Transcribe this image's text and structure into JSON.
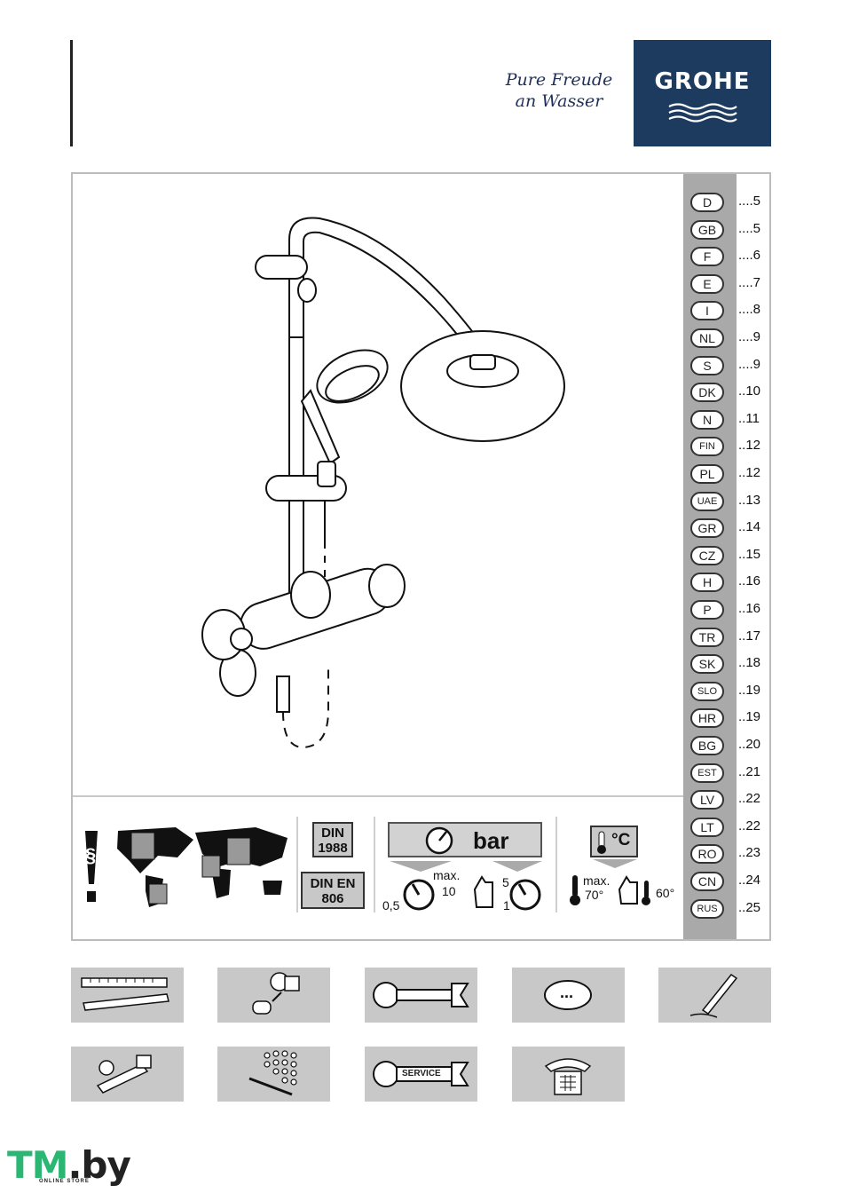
{
  "header": {
    "slogan_line1": "Pure Freude",
    "slogan_line2": "an Wasser",
    "brand": "GROHE",
    "brand_color": "#1d3b5e"
  },
  "languages": [
    {
      "code": "D",
      "page": "....5"
    },
    {
      "code": "GB",
      "page": "....5"
    },
    {
      "code": "F",
      "page": "....6"
    },
    {
      "code": "E",
      "page": "....7"
    },
    {
      "code": "I",
      "page": "....8"
    },
    {
      "code": "NL",
      "page": "....9"
    },
    {
      "code": "S",
      "page": "....9"
    },
    {
      "code": "DK",
      "page": "..10"
    },
    {
      "code": "N",
      "page": "..11"
    },
    {
      "code": "FIN",
      "page": "..12"
    },
    {
      "code": "PL",
      "page": "..12"
    },
    {
      "code": "UAE",
      "page": "..13"
    },
    {
      "code": "GR",
      "page": "..14"
    },
    {
      "code": "CZ",
      "page": "..15"
    },
    {
      "code": "H",
      "page": "..16"
    },
    {
      "code": "P",
      "page": "..16"
    },
    {
      "code": "TR",
      "page": "..17"
    },
    {
      "code": "SK",
      "page": "..18"
    },
    {
      "code": "SLO",
      "page": "..19"
    },
    {
      "code": "HR",
      "page": "..19"
    },
    {
      "code": "BG",
      "page": "..20"
    },
    {
      "code": "EST",
      "page": "..21"
    },
    {
      "code": "LV",
      "page": "..22"
    },
    {
      "code": "LT",
      "page": "..22"
    },
    {
      "code": "RO",
      "page": "..23"
    },
    {
      "code": "CN",
      "page": "..24"
    },
    {
      "code": "RUS",
      "page": "..25"
    }
  ],
  "specs": {
    "din1_line1": "DIN",
    "din1_line2": "1988",
    "din2_line1": "DIN EN",
    "din2_line2": "806",
    "pressure_unit": "bar",
    "pressure_max_label": "max.",
    "pressure_max_value": "10",
    "pressure_min_value": "0,5",
    "pressure_rec_high": "5",
    "pressure_rec_low": "1",
    "temp_unit": "°C",
    "temp_max_label": "max.",
    "temp_max_value": "70°",
    "temp_rec_value": "60°"
  },
  "icons": {
    "row1": [
      "ruler-icon",
      "assembly-icon",
      "wrench-icon",
      "options-icon",
      "pencil-icon"
    ],
    "row2": [
      "handle-icon",
      "spare-parts-icon",
      "service-wrench-icon",
      "phone-icon"
    ],
    "options_label": "...",
    "service_label": "SERVICE"
  },
  "footer": {
    "brand_part1": "TM",
    "brand_part2": ".by",
    "brand_sub": "ONLINE STORE"
  }
}
